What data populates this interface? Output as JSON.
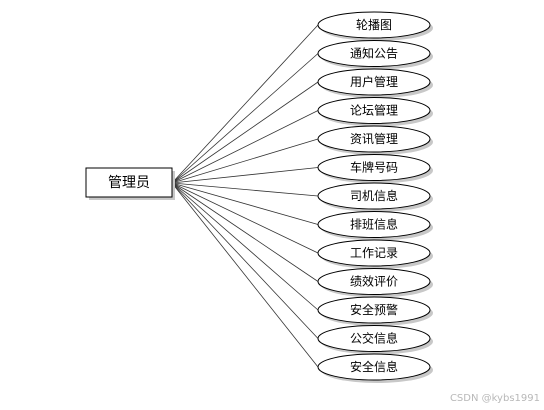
{
  "diagram": {
    "root": {
      "label": "管理员"
    },
    "children": [
      {
        "label": "轮播图"
      },
      {
        "label": "通知公告"
      },
      {
        "label": "用户管理"
      },
      {
        "label": "论坛管理"
      },
      {
        "label": "资讯管理"
      },
      {
        "label": "车牌号码"
      },
      {
        "label": "司机信息"
      },
      {
        "label": "排班信息"
      },
      {
        "label": "工作记录"
      },
      {
        "label": "绩效评价"
      },
      {
        "label": "安全预警"
      },
      {
        "label": "公交信息"
      },
      {
        "label": "安全信息"
      }
    ],
    "colors": {
      "stroke": "#000000",
      "fill": "#ffffff",
      "line": "#333333",
      "shadow": "#c8c8c8"
    }
  },
  "watermark": "CSDN @kybs1991"
}
